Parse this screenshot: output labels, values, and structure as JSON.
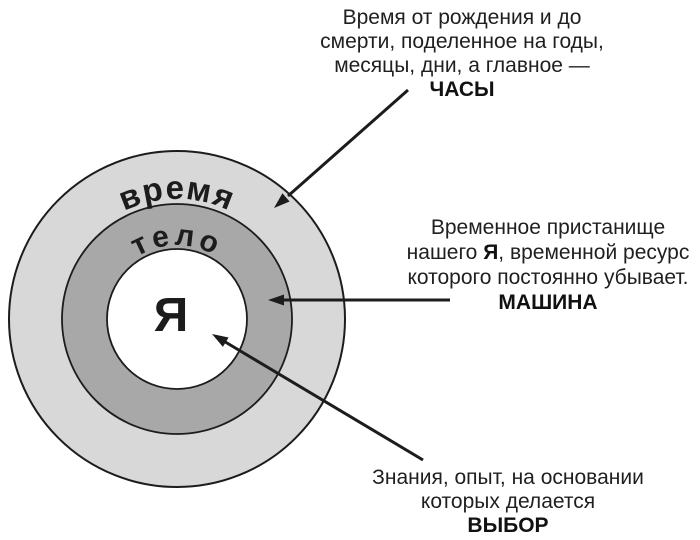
{
  "diagram": {
    "center_label": "Я",
    "outer_ring_label": "время",
    "middle_ring_label": "тело"
  },
  "annotations": {
    "hours": {
      "line1": "Время от рождения и до",
      "line2": "смерти, поделенное на годы,",
      "line3": "месяцы, дни, а главное —",
      "keyword": "ЧАСЫ"
    },
    "machine": {
      "line1": "Временное пристанище",
      "line2_pre": "нашего ",
      "line2_bold": "Я",
      "line2_post": ", временной ресурс",
      "line3": "которого постоянно убывает.",
      "keyword": "МАШИНА"
    },
    "choice": {
      "line1": "Знания, опыт, на основании",
      "line2": "которых делается",
      "keyword": "ВЫБОР"
    }
  },
  "colors": {
    "outer_ring": "#d8d8d8",
    "middle_ring": "#a8a8a8",
    "inner_circle": "#ffffff",
    "stroke": "#1c1c1c",
    "text": "#1f1f1f"
  }
}
